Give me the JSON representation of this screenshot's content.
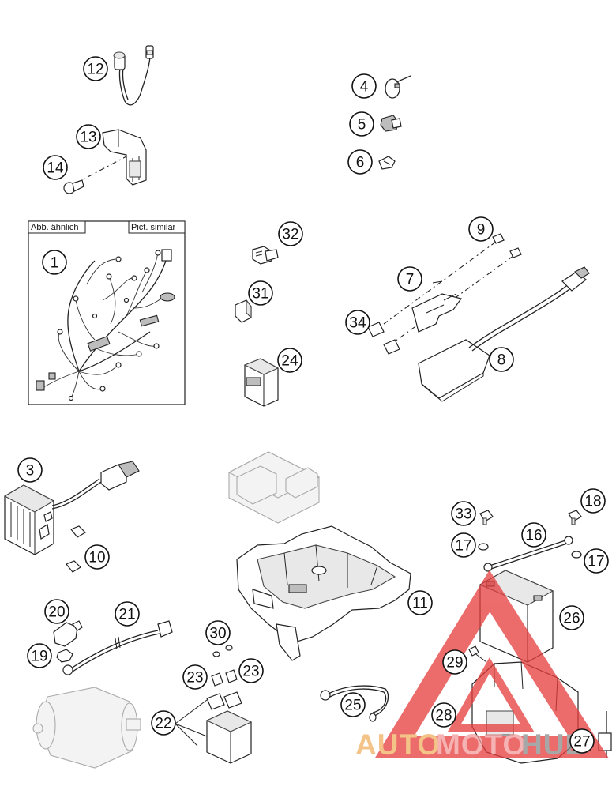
{
  "box_labels": {
    "left": "Abb. ähnlich",
    "right": "Pict. similar"
  },
  "callouts": [
    "1",
    "3",
    "4",
    "5",
    "6",
    "7",
    "8",
    "9",
    "10",
    "11",
    "12",
    "13",
    "14",
    "16",
    "17",
    "17",
    "18",
    "19",
    "20",
    "21",
    "22",
    "23",
    "23",
    "24",
    "25",
    "26",
    "27",
    "28",
    "29",
    "30",
    "31",
    "32",
    "33",
    "34"
  ],
  "watermark": {
    "text_a": "AUTO",
    "text_b": "MOTO",
    "text_c": "HUB",
    "color_a": "#f0b060",
    "color_b": "#f29a9a",
    "color_c": "#8a8a8a",
    "triangle_color": "#e63c3c"
  }
}
